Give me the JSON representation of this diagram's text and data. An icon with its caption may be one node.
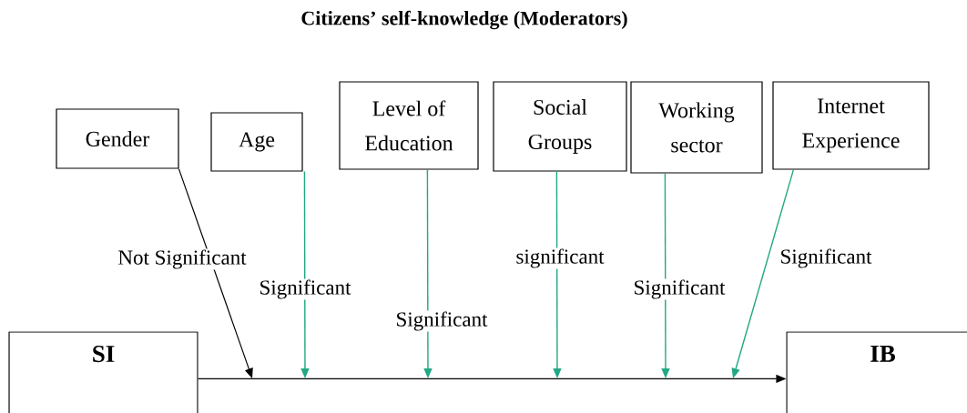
{
  "diagram": {
    "title": "Citizens’ self-knowledge (Moderators)",
    "nodes": [
      {
        "text": [
          "SI"
        ]
      },
      {
        "text": [
          "IB"
        ]
      },
      {
        "text": [
          "Gender"
        ]
      },
      {
        "text": [
          "Age"
        ]
      },
      {
        "text": [
          "Level of Education"
        ]
      },
      {
        "text": [
          "Social Groups"
        ]
      },
      {
        "text": [
          "Working sector"
        ]
      },
      {
        "text": [
          "Internet Experience"
        ]
      }
    ],
    "edges": [
      {
        "from": 0,
        "to": 1,
        "arrow": "to",
        "color": "#000000"
      },
      {
        "from": 2,
        "to": null,
        "arrow": "to",
        "label": "Not Significant",
        "color": "#000000"
      },
      {
        "from": 3,
        "to": null,
        "arrow": "to",
        "label": "Significant"
      },
      {
        "from": 4,
        "to": null,
        "arrow": "to",
        "label": "Significant"
      },
      {
        "from": 5,
        "to": null,
        "arrow": "to",
        "label": "significant"
      },
      {
        "from": 6,
        "to": null,
        "arrow": "to",
        "label": "Significant"
      },
      {
        "from": 7,
        "to": null,
        "arrow": "to",
        "label": "Significant"
      }
    ]
  }
}
